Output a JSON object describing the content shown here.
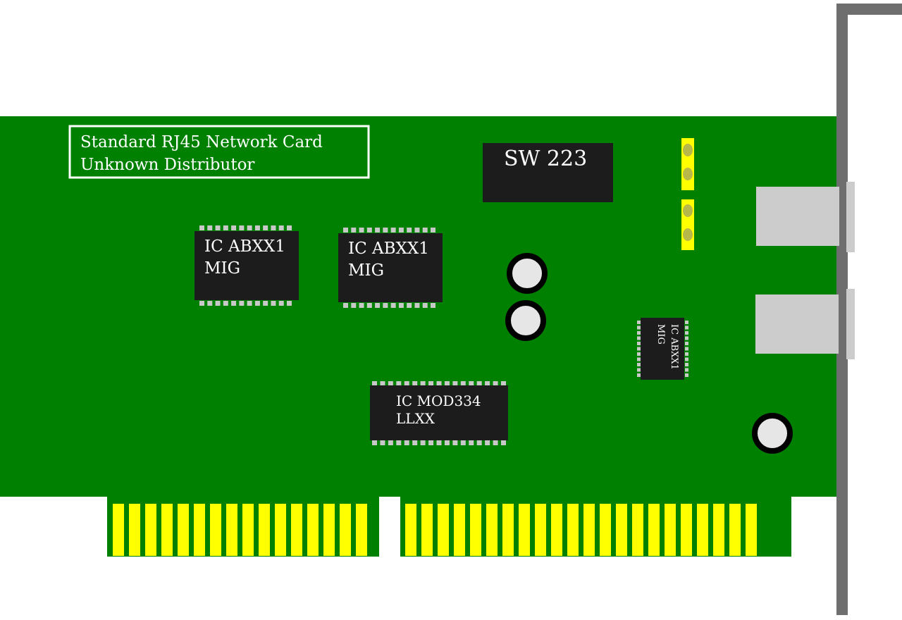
{
  "colors": {
    "pcb": "#008000",
    "chip": "#1c1c1c",
    "pin": "#c8c8c8",
    "gold": "#ffff00",
    "bracket": "#6e6e6e",
    "port": "#cccccc",
    "capacitor_fill": "#e6e6e6",
    "label_border": "#ffffff"
  },
  "board_label": {
    "line1": "Standard RJ45 Network Card",
    "line2": "Unknown Distributor"
  },
  "chips": {
    "sw": {
      "line1": "SW 223"
    },
    "ic1": {
      "line1": "IC ABXX1",
      "line2": "MIG"
    },
    "ic2": {
      "line1": "IC ABXX1",
      "line2": "MIG"
    },
    "ic3": {
      "line1": "IC MOD334",
      "line2": "LLXX"
    },
    "ic4": {
      "line1": "IC ABXX1",
      "line2": "MIG"
    }
  },
  "components": {
    "capacitors": [
      "capacitor",
      "capacitor",
      "capacitor"
    ],
    "jumpers": [
      "jumper",
      "jumper"
    ],
    "ports": [
      "port",
      "port"
    ],
    "edge_connector_groups": [
      "left",
      "right"
    ]
  }
}
